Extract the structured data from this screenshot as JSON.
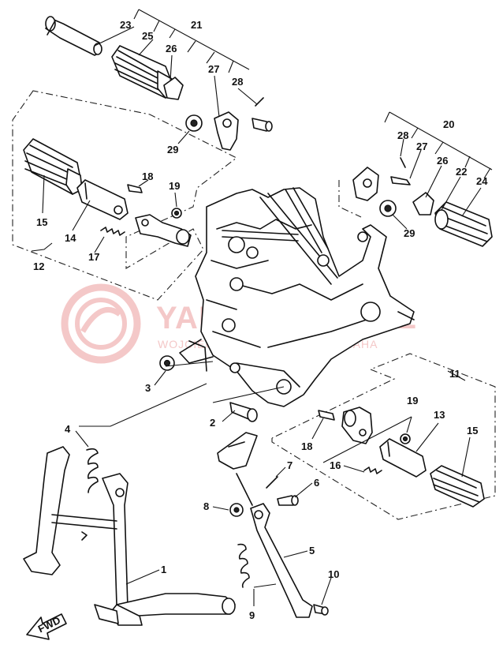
{
  "diagram": {
    "callouts": [
      {
        "id": "c23",
        "text": "23"
      },
      {
        "id": "c21",
        "text": "21"
      },
      {
        "id": "c25",
        "text": "25"
      },
      {
        "id": "c26a",
        "text": "26"
      },
      {
        "id": "c27a",
        "text": "27"
      },
      {
        "id": "c28a",
        "text": "28"
      },
      {
        "id": "c29a",
        "text": "29"
      },
      {
        "id": "c18a",
        "text": "18"
      },
      {
        "id": "c19a",
        "text": "19"
      },
      {
        "id": "c15a",
        "text": "15"
      },
      {
        "id": "c14",
        "text": "14"
      },
      {
        "id": "c17",
        "text": "17"
      },
      {
        "id": "c12",
        "text": "12"
      },
      {
        "id": "c20",
        "text": "20"
      },
      {
        "id": "c28b",
        "text": "28"
      },
      {
        "id": "c27b",
        "text": "27"
      },
      {
        "id": "c26b",
        "text": "26"
      },
      {
        "id": "c22",
        "text": "22"
      },
      {
        "id": "c24",
        "text": "24"
      },
      {
        "id": "c29b",
        "text": "29"
      },
      {
        "id": "c3",
        "text": "3"
      },
      {
        "id": "c11",
        "text": "11"
      },
      {
        "id": "c19b",
        "text": "19"
      },
      {
        "id": "c13",
        "text": "13"
      },
      {
        "id": "c15b",
        "text": "15"
      },
      {
        "id": "c2",
        "text": "2"
      },
      {
        "id": "c18b",
        "text": "18"
      },
      {
        "id": "c16",
        "text": "16"
      },
      {
        "id": "c4",
        "text": "4"
      },
      {
        "id": "c7",
        "text": "7"
      },
      {
        "id": "c6",
        "text": "6"
      },
      {
        "id": "c8",
        "text": "8"
      },
      {
        "id": "c1",
        "text": "1"
      },
      {
        "id": "c5",
        "text": "5"
      },
      {
        "id": "c10",
        "text": "10"
      },
      {
        "id": "c9",
        "text": "9"
      }
    ],
    "fwd_label": "FWD"
  },
  "watermark": {
    "main": "YAMA-SKLEP.PL",
    "sub": "WOJCIECHOWICZ | DEALER YAMAHA",
    "color": "#f4c8c8"
  }
}
